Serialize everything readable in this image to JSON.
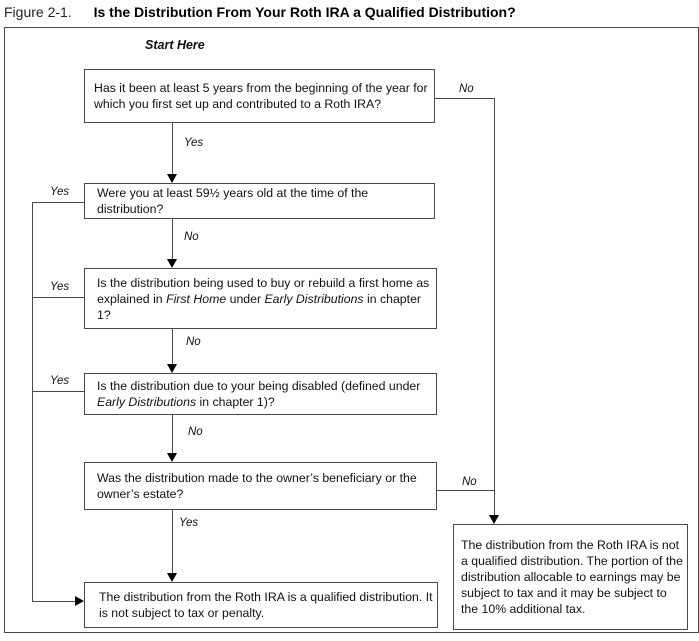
{
  "title": {
    "figure_label": "Figure 2-1.",
    "title_text": "Is the Distribution From Your Roth IRA a Qualified Distribution?"
  },
  "flow": {
    "start_label": "Start Here",
    "labels": {
      "yes": "Yes",
      "no": "No"
    },
    "q1": {
      "text": "Has it been at least 5 years from the beginning of the year for which you first set up and contributed to a Roth IRA?"
    },
    "q2": {
      "text": "Were you at least 59½ years old at the time of the distribution?"
    },
    "q3": {
      "parts": [
        "Is the distribution being used to buy or rebuild a first home as explained in ",
        "First Home",
        " under ",
        "Early Distributions",
        " in chapter 1?"
      ]
    },
    "q4": {
      "parts": [
        "Is the distribution due to your being disabled (defined under ",
        "Early Distributions",
        " in chapter 1)?"
      ]
    },
    "q5": {
      "text": "Was the distribution made to the owner’s beneficiary or the owner’s estate?"
    },
    "result_qualified": {
      "text": "The distribution from the Roth IRA is a qualified distribution. It is not subject to tax or penalty."
    },
    "result_not_qualified": {
      "text": "The distribution from the Roth IRA is not a qualified distribution. The portion of the distribution allocable to earnings may be subject to tax and it may be subject to the 10% additional tax."
    }
  },
  "colors": {
    "background": "#ffffff",
    "line": "#4a4a4a",
    "arrow": "#000000",
    "text": "#111111"
  }
}
